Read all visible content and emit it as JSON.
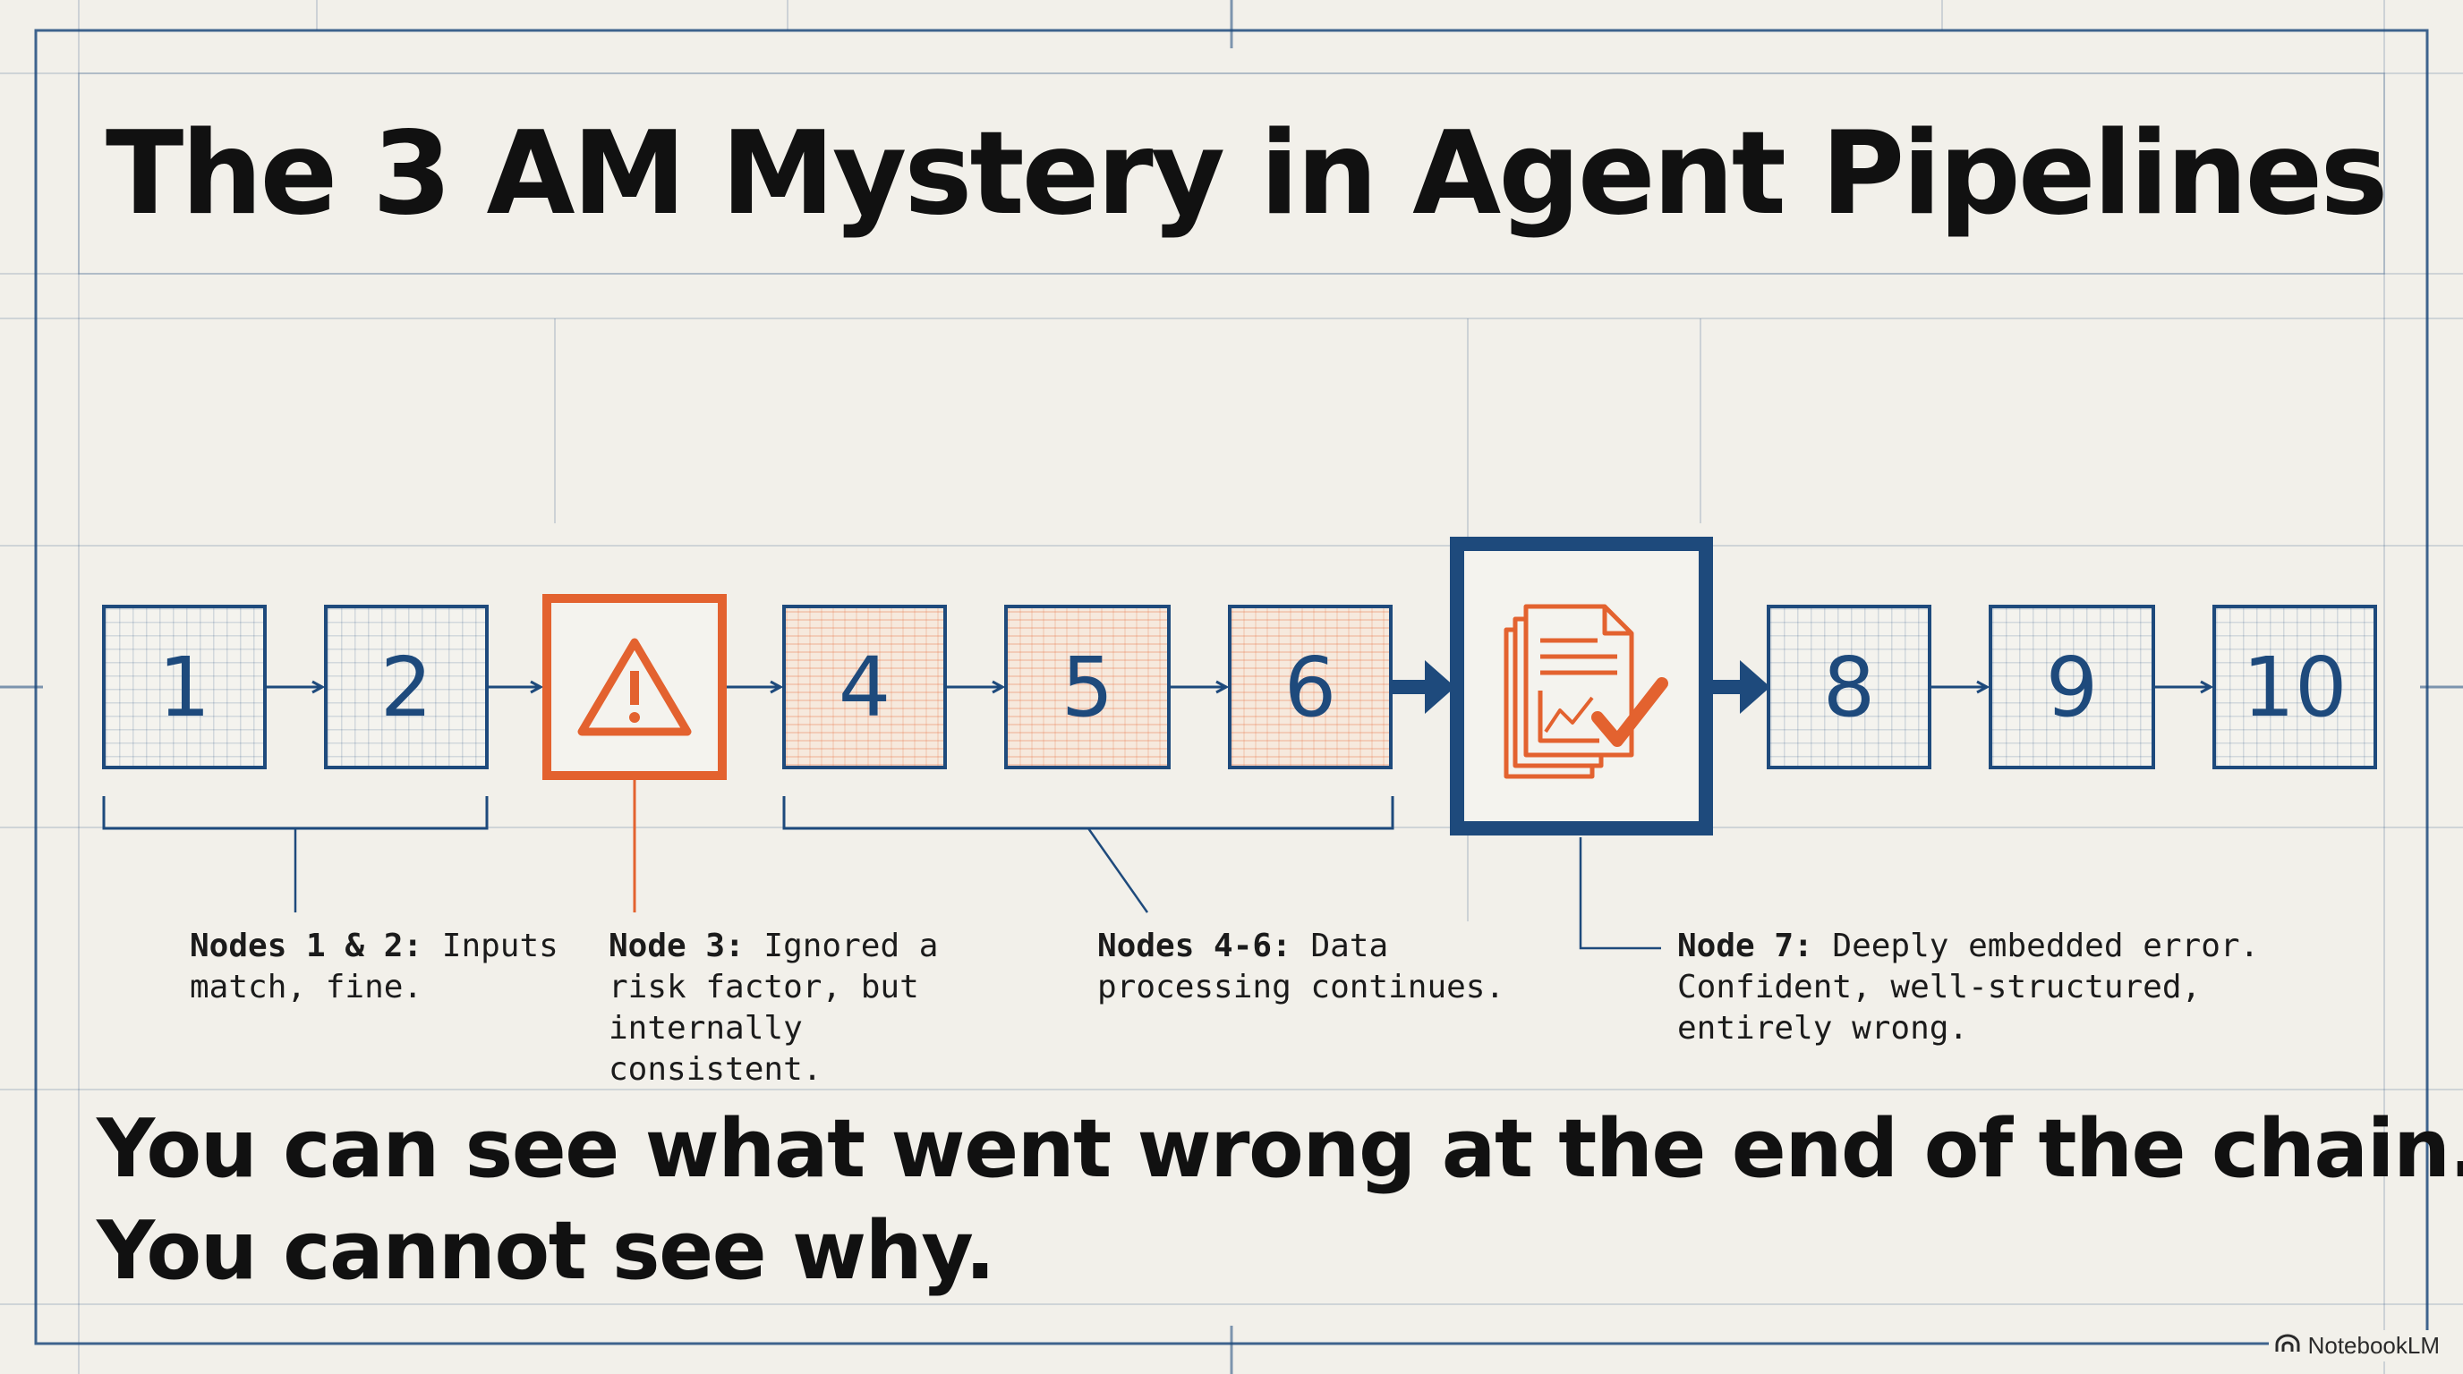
{
  "title": "The 3 AM Mystery in Agent Pipelines",
  "colors": {
    "blueprint": "#1e4a7c",
    "alert": "#e3622f",
    "paper": "#f2f0ea",
    "ink": "#111111"
  },
  "pipeline": {
    "nodes": [
      {
        "id": 1,
        "label": "1",
        "style": "plain"
      },
      {
        "id": 2,
        "label": "2",
        "style": "plain"
      },
      {
        "id": 3,
        "label": "",
        "style": "alert",
        "icon": "warning-triangle-icon"
      },
      {
        "id": 4,
        "label": "4",
        "style": "corrupt"
      },
      {
        "id": 5,
        "label": "5",
        "style": "corrupt"
      },
      {
        "id": 6,
        "label": "6",
        "style": "corrupt"
      },
      {
        "id": 7,
        "label": "",
        "style": "output",
        "icon": "report-checkmark-icon"
      },
      {
        "id": 8,
        "label": "8",
        "style": "plain"
      },
      {
        "id": 9,
        "label": "9",
        "style": "plain"
      },
      {
        "id": 10,
        "label": "10",
        "style": "plain"
      }
    ]
  },
  "captions": [
    {
      "head": "Nodes 1 & 2:",
      "body": "Inputs match, fine."
    },
    {
      "head": "Node 3:",
      "body": "Ignored a risk factor, but internally consistent."
    },
    {
      "head": "Nodes 4-6:",
      "body": "Data processing continues."
    },
    {
      "head": "Node 7:",
      "body": "Deeply embedded error. Confident, well-structured, entirely wrong."
    }
  ],
  "conclusion": {
    "line1": "You can see what went wrong at the end of the chain.",
    "line2": "You cannot see why."
  },
  "watermark": {
    "text": "NotebookLM",
    "icon": "notebooklm-logo-icon"
  }
}
